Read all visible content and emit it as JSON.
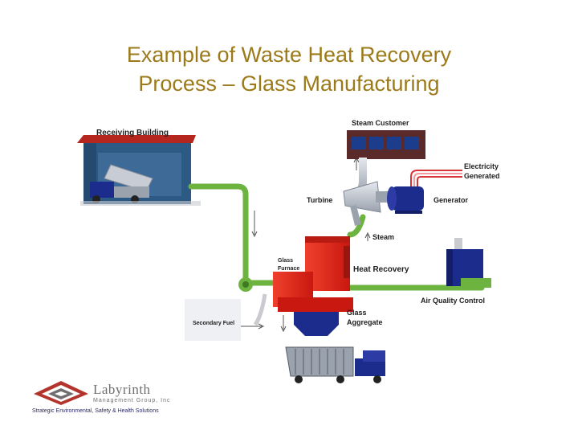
{
  "title": {
    "line1": "Example of Waste Heat Recovery",
    "line2": "Process – Glass Manufacturing"
  },
  "labels": {
    "receiving_building": "Receiving Building",
    "steam_customer": "Steam Customer",
    "electricity_1": "Electricity",
    "electricity_2": "Generated",
    "turbine": "Turbine",
    "generator": "Generator",
    "steam": "Steam",
    "glass_furnace_1": "Glass",
    "glass_furnace_2": "Furnace",
    "heat_recovery": "Heat Recovery",
    "air_quality_control": "Air Quality Control",
    "secondary_fuel": "Secondary Fuel",
    "glass_aggregate_1": "Glass",
    "glass_aggregate_2": "Aggregate"
  },
  "logo": {
    "name": "Labyrinth",
    "subtitle": "Management Group, Inc",
    "tagline": "Strategic Environmental, Safety & Health Solutions"
  },
  "colors": {
    "title": "#9c7a1a",
    "pipe_green": "#6db33f",
    "furnace_red": "#e8261c",
    "equipment_blue": "#1c2c8c",
    "building_blue": "#1f4f7a"
  }
}
